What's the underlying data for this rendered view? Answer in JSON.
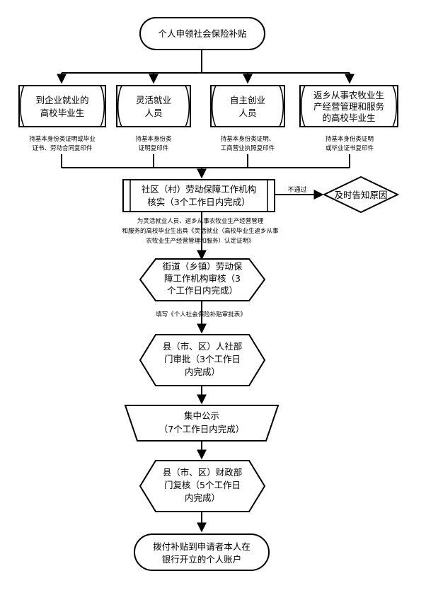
{
  "flowchart": {
    "start": {
      "lines": [
        "个人申领社会保险补贴"
      ]
    },
    "categories": [
      {
        "lines": [
          "到企业就业的",
          "高校毕业生"
        ],
        "doc_note": [
          "持基本身份类证明或毕业",
          "证书、劳动合同复印件"
        ]
      },
      {
        "lines": [
          "灵活就业",
          "人员"
        ],
        "doc_note": [
          "持基本身份类",
          "证明复印件"
        ]
      },
      {
        "lines": [
          "自主创业",
          "人员"
        ],
        "doc_note": [
          "持基本身份类证明、",
          "工商营业执照复印件"
        ]
      },
      {
        "lines": [
          "返乡从事农牧业生",
          "产经营管理和服务",
          "的高校毕业生"
        ],
        "doc_note": [
          "持基本身份类证明",
          "或毕业证书复印件"
        ]
      }
    ],
    "community_review": {
      "lines": [
        "社区（村）劳动保障工作机构",
        "核实（3个工作日内完成）"
      ]
    },
    "reject_label": "不通过",
    "notify": {
      "lines": [
        "及时告知原因"
      ]
    },
    "street_note": [
      "为灵活就业人员、返乡从事农牧业生产经营管理",
      "和服务的高校毕业生出具《灵活就业（高校毕业生返乡从事",
      "农牧业生产经营管理和服务）认定证明》"
    ],
    "street_review": {
      "lines": [
        "街道（乡镇）劳动保",
        "障工作机构审核（3",
        "个工作日内完成）"
      ]
    },
    "form_note": [
      "填写《个人社会保险补贴审批表》"
    ],
    "county_hr": {
      "lines": [
        "县（市、区）人社部",
        "门审批（3个工作日",
        "内完成）"
      ]
    },
    "publicity": {
      "lines": [
        "集中公示",
        "（7个工作日内完成）"
      ]
    },
    "county_finance": {
      "lines": [
        "县（市、区）财政部",
        "门复核（5个工作日",
        "内完成）"
      ]
    },
    "end": {
      "lines": [
        "拨付补贴到申请者本人在",
        "银行开立的个人账户"
      ]
    }
  }
}
